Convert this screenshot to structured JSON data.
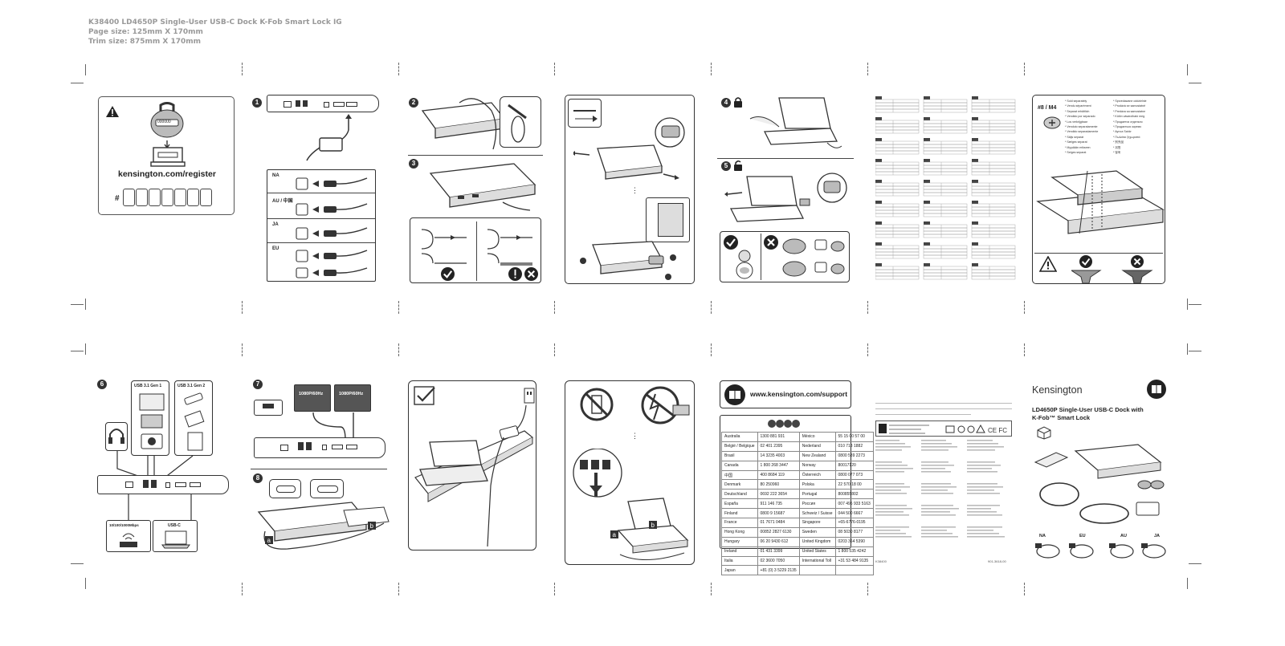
{
  "header": {
    "line1": "K38400 LD4650P Single-User USB-C Dock K-Fob Smart Lock IG",
    "line2": "Page size: 125mm X 170mm",
    "line3": "Trim size: 875mm X 170mm"
  },
  "register": {
    "url": "kensington.com/register",
    "hash": "#",
    "fob_code": "000000",
    "warning_icon": "warning-triangle-icon"
  },
  "steps": [
    "1",
    "2",
    "3",
    "4",
    "5",
    "6",
    "7",
    "8"
  ],
  "plugs": {
    "na": "NA",
    "au_cn": "AU / 中国",
    "ja": "JA",
    "eu": "EU"
  },
  "usb": {
    "gen1": "USB 3.1 Gen 1",
    "gen2": "USB 3.1 Gen 2",
    "ethernet": "10/100/1000Mbps",
    "usbc": "USB-C"
  },
  "displays": {
    "left": "1080P/60Hz",
    "right": "1080P/60Hz"
  },
  "labels": {
    "a": "a",
    "b": "b"
  },
  "screw": {
    "size": "#8 / M4",
    "languages": [
      "* Sold separately",
      "* Vendu séparément",
      "* Separat erhältlich",
      "* Vendido por separado",
      "* Los verkrijgbaar",
      "* Venduto separatamente",
      "* Vendido separadamente",
      "* Säljs separat",
      "* Sælges separat",
      "* Myydään erikseen",
      "* Selges separat",
      "* Sprzedawane oddzielnie",
      "* Prodává se samostatně",
      "* Predáva sa samostatne",
      "* Külön vásárolható meg",
      "* Продается отдельно",
      "* Продається окремо",
      "* Ayrıca Satılır",
      "* Πωλείται ξεχωριστά",
      "* 別売品",
      "* 另售",
      "* 별매"
    ]
  },
  "support": {
    "url": "www.kensington.com/support"
  },
  "contacts": [
    [
      "Australia",
      "1300 881 931",
      "México",
      "55 15 00 57 00"
    ],
    [
      "België / Belgique",
      "02 401 2395",
      "Nederland",
      "010 713 1882"
    ],
    [
      "Brasil",
      "14 3235 4003",
      "New Zealand",
      "0800 539 2273"
    ],
    [
      "Canada",
      "1 800 268 3447",
      "Norway",
      "80017120"
    ],
    [
      "中国",
      "400 8684 119",
      "Österreich",
      "0800 077 073"
    ],
    [
      "Denmark",
      "80 250960",
      "Polska",
      "22 570 18 00"
    ],
    [
      "Deutschland",
      "0692 222 3654",
      "Portugal",
      "800855802"
    ],
    [
      "España",
      "911 146 735",
      "Россия",
      "007 495 933 5163"
    ],
    [
      "Finland",
      "0800 9 15687",
      "Schweiz / Suisse",
      "044 500 6667"
    ],
    [
      "France",
      "01 7671 0484",
      "Singapore",
      "+65-6776-0195"
    ],
    [
      "Hong Kong",
      "00852 2827 6130",
      "Sweden",
      "08 5030 8177"
    ],
    [
      "Hungary",
      "06 20 9430 612",
      "United Kingdom",
      "0203 364 5390"
    ],
    [
      "Ireland",
      "01 431 3399",
      "United States",
      "1 800 535 4242"
    ],
    [
      "Italia",
      "02 3600 7050",
      "International Toll",
      "+31 53 484 9135"
    ],
    [
      "Japan",
      "+81 (0) 3 5229 2135",
      "",
      ""
    ]
  ],
  "cover": {
    "brand": "Kensington",
    "title_line1": "LD4650P Single-User USB-C Dock with",
    "title_line2": "K-Fob™ Smart Lock",
    "regions": [
      "NA",
      "EU",
      "AU",
      "JA"
    ]
  },
  "back": {
    "code_left": "K38400",
    "code_right": "901-3618-00"
  }
}
